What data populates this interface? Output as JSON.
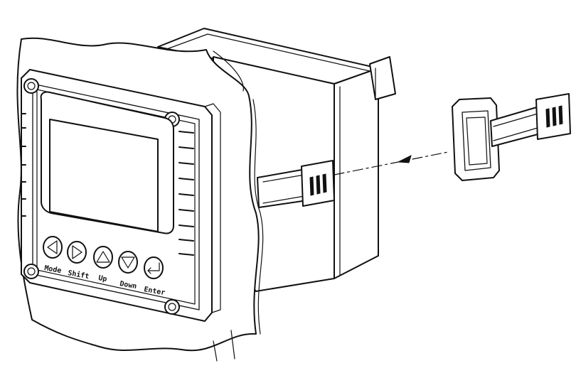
{
  "diagram": {
    "buttons": [
      {
        "label": "Mode",
        "icon": "left-arrow-icon"
      },
      {
        "label": "Shift",
        "icon": "right-arrow-icon"
      },
      {
        "label": "Up",
        "icon": "up-arrow-icon"
      },
      {
        "label": "Down",
        "icon": "down-arrow-icon"
      },
      {
        "label": "Enter",
        "icon": "enter-icon"
      }
    ],
    "colors": {
      "line": "#111111",
      "background": "#ffffff"
    }
  }
}
